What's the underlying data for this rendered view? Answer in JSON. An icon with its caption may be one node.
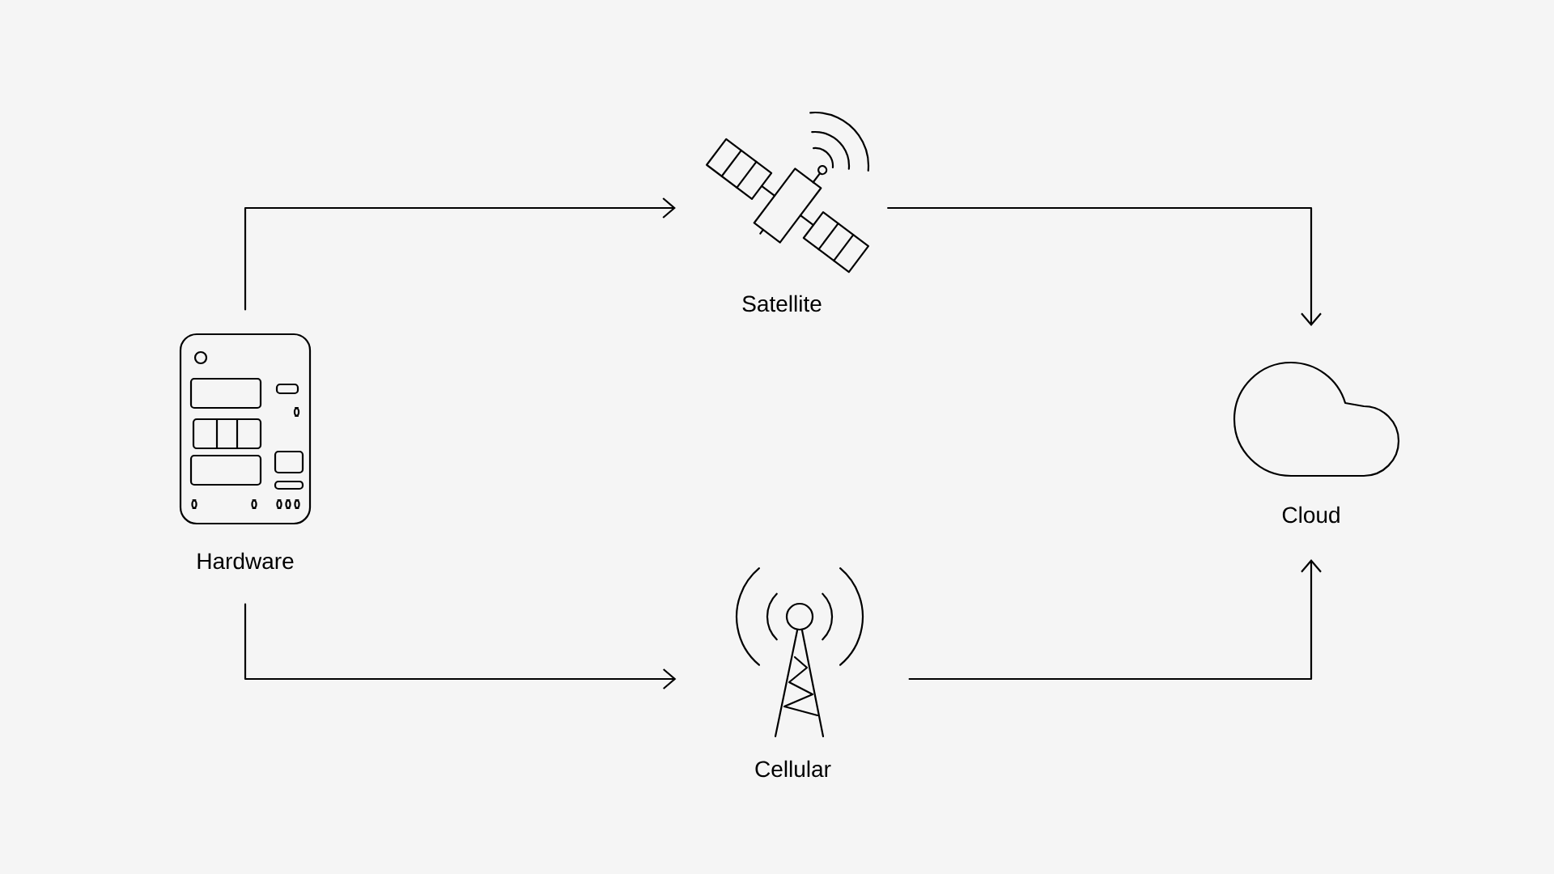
{
  "diagram": {
    "nodes": [
      {
        "text": [
          "Hardware"
        ]
      },
      {
        "text": [
          "Satellite"
        ]
      },
      {
        "text": [
          "Cellular"
        ]
      },
      {
        "text": [
          "Cloud"
        ]
      }
    ],
    "edges": [
      {
        "from": 0,
        "to": 1,
        "arrow": "to"
      },
      {
        "from": 1,
        "to": 3,
        "arrow": "to"
      },
      {
        "from": 0,
        "to": 2,
        "arrow": "to"
      },
      {
        "from": 2,
        "to": 3,
        "arrow": "to"
      }
    ]
  }
}
